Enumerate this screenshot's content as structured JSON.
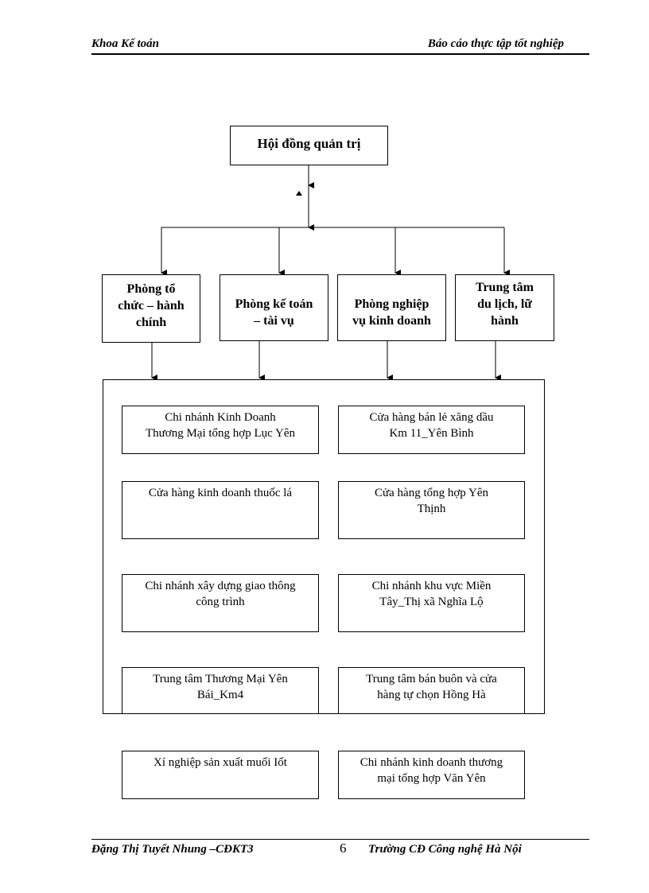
{
  "header": {
    "left": "Khoa Kế toán",
    "right": "Báo cáo thực tập tốt nghiệp"
  },
  "footer": {
    "left": "Đặng Thị Tuyết Nhung –CĐKT3",
    "page": "6",
    "right": "Trường CĐ Công nghệ Hà Nội"
  },
  "chart": {
    "board": "Hội đồng quản trị",
    "departments": [
      {
        "line1": "Phòng tổ",
        "line2": "chức – hành",
        "line3": "chính"
      },
      {
        "line1": "Phòng kế toán",
        "line2": "– tài vụ"
      },
      {
        "line1": "Phòng nghiệp",
        "line2": "vụ kinh doanh"
      },
      {
        "line1": "Trung tâm",
        "line2": "du lịch, lữ",
        "line3": "hành"
      }
    ],
    "units": [
      {
        "line1": "Chi nhánh Kinh Doanh",
        "line2": "Thương Mại tổng hợp Lục Yên"
      },
      {
        "line1": "Cửa hàng bán lẻ xăng dầu",
        "line2": "Km 11_Yên Bình"
      },
      {
        "line1": "Cửa hàng kinh doanh thuốc lá"
      },
      {
        "line1": "Cửa hàng tổng hợp Yên",
        "line2": "Thịnh"
      },
      {
        "line1": "Chi nhánh xây dựng giao thông",
        "line2": "công trình"
      },
      {
        "line1": "Chi nhánh khu vực Miền",
        "line2": "Tây_Thị xã Nghĩa Lộ"
      },
      {
        "line1": "Trung tâm Thương Mại Yên",
        "line2": "Bái_Km4"
      },
      {
        "line1": "Trung tâm bán buôn và cửa",
        "line2": "hàng tự chọn Hồng Hà"
      },
      {
        "line1": "Xí nghiệp sản xuất muối Iốt"
      },
      {
        "line1": "Chi nhánh kinh doanh thương",
        "line2": "mại tổng hợp Văn Yên"
      }
    ]
  }
}
